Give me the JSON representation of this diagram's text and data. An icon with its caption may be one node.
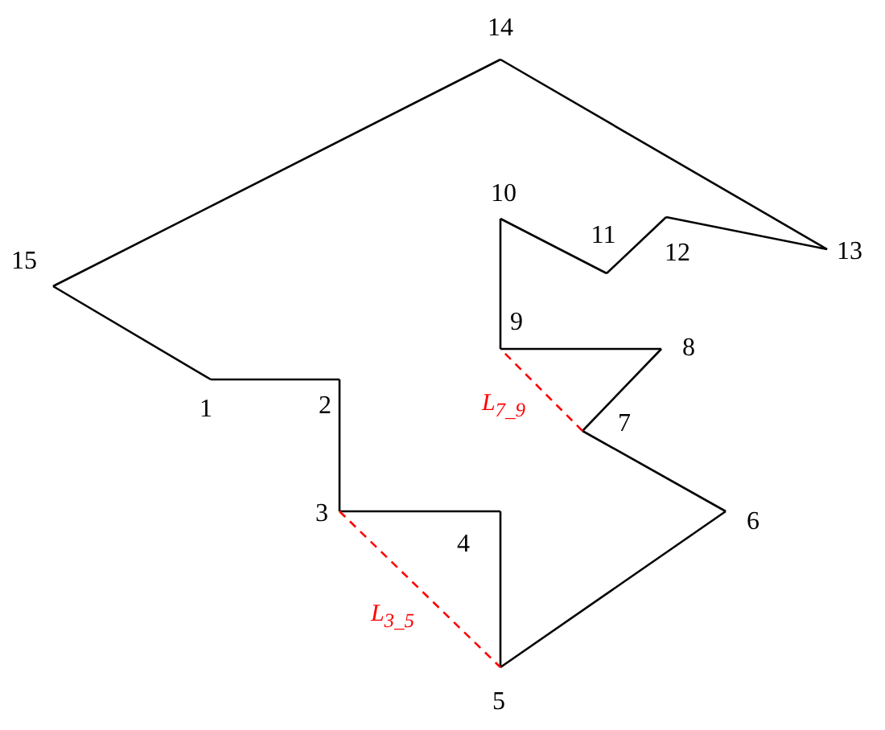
{
  "diagram": {
    "nodes": [
      {
        "text": [
          "1"
        ]
      },
      {
        "text": [
          "2"
        ]
      },
      {
        "text": [
          "3"
        ]
      },
      {
        "text": [
          "4"
        ]
      },
      {
        "text": [
          "5"
        ]
      },
      {
        "text": [
          "6"
        ]
      },
      {
        "text": [
          "7"
        ]
      },
      {
        "text": [
          "8"
        ]
      },
      {
        "text": [
          "9"
        ]
      },
      {
        "text": [
          "10"
        ]
      },
      {
        "text": [
          "11"
        ]
      },
      {
        "text": [
          "12"
        ]
      },
      {
        "text": [
          "13"
        ]
      },
      {
        "text": [
          "14"
        ]
      },
      {
        "text": [
          "15"
        ]
      }
    ],
    "edges": [
      {
        "from": 0,
        "to": 1,
        "arrow": "none"
      },
      {
        "from": 1,
        "to": 2,
        "arrow": "none"
      },
      {
        "from": 2,
        "to": 3,
        "arrow": "none"
      },
      {
        "from": 3,
        "to": 4,
        "arrow": "none"
      },
      {
        "from": 4,
        "to": 5,
        "arrow": "none"
      },
      {
        "from": 5,
        "to": 6,
        "arrow": "none"
      },
      {
        "from": 6,
        "to": 7,
        "arrow": "none"
      },
      {
        "from": 7,
        "to": 8,
        "arrow": "none"
      },
      {
        "from": 8,
        "to": 9,
        "arrow": "none"
      },
      {
        "from": 9,
        "to": 10,
        "arrow": "none"
      },
      {
        "from": 10,
        "to": 11,
        "arrow": "none"
      },
      {
        "from": 11,
        "to": 12,
        "arrow": "none"
      },
      {
        "from": 12,
        "to": 13,
        "arrow": "none"
      },
      {
        "from": 13,
        "to": 14,
        "arrow": "none"
      },
      {
        "from": 14,
        "to": 0,
        "arrow": "none"
      },
      {
        "from": 2,
        "to": 4,
        "arrow": "none",
        "label": "L$_{3_5}$",
        "style": "dashed",
        "color": "#ff0000"
      },
      {
        "from": 6,
        "to": 8,
        "arrow": "none",
        "label": "L$_{7_9}$",
        "style": "dashed",
        "color": "#ff0000"
      }
    ]
  }
}
